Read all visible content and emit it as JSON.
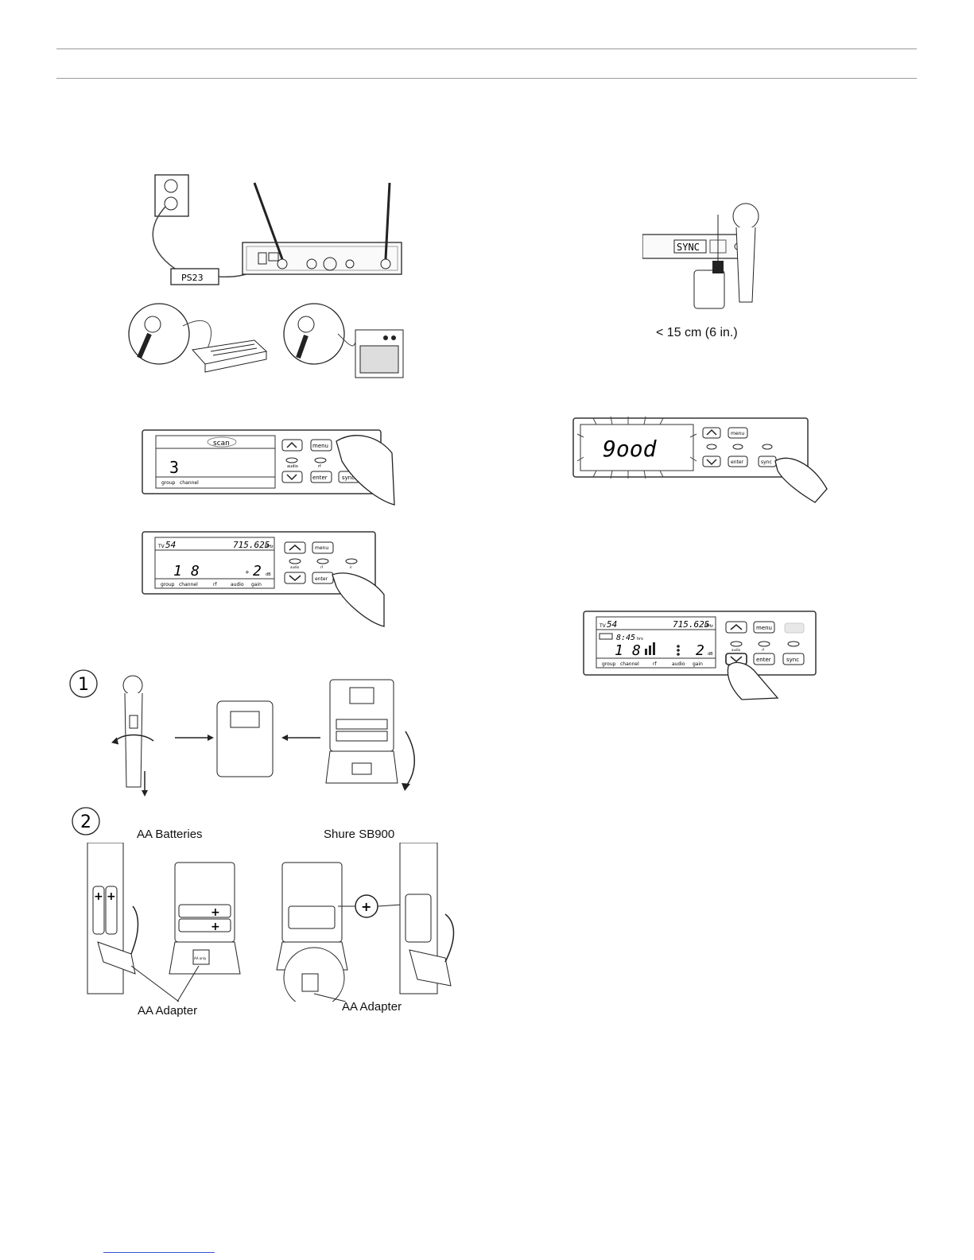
{
  "setup": {
    "power_supply": "PS23"
  },
  "sync": {
    "distance": "< 15 cm (6 in.)",
    "lcd_text": "SYNC"
  },
  "scan_panel": {
    "status": "scan",
    "digits": "3",
    "labels": {
      "group": "group",
      "channel": "channel",
      "audio": "audio",
      "rf": "rf"
    },
    "buttons": {
      "menu": "menu",
      "enter": "enter",
      "sync": "sync"
    }
  },
  "good_panel": {
    "lcd": "9ood",
    "buttons": {
      "menu": "menu",
      "enter": "enter",
      "sync": "sync"
    }
  },
  "tv_panel": {
    "tv": "TV",
    "tv_channel": "54",
    "freq": "715.625",
    "freq_unit": "MHz",
    "group": "1",
    "channel": "8",
    "gain": "2",
    "gain_unit": "dB",
    "plus": "+",
    "labels": {
      "group": "group",
      "channel": "channel",
      "rf": "rf",
      "audio": "audio",
      "gain": "gain",
      "ir": "ir"
    },
    "buttons": {
      "menu": "menu",
      "enter": "enter"
    }
  },
  "tv_panel2": {
    "tv": "TV",
    "tv_channel": "54",
    "freq": "715.625",
    "freq_unit": "MHz",
    "runtime": "8:45",
    "runtime_unit": "hrs",
    "group": "1",
    "channel": "8",
    "gain": "2",
    "gain_unit": "dB",
    "labels": {
      "group": "group",
      "channel": "channel",
      "rf": "rf",
      "audio": "audio",
      "gain": "gain"
    },
    "buttons": {
      "menu": "menu",
      "enter": "enter",
      "sync": "sync"
    }
  },
  "battery": {
    "step1": "1",
    "step2": "2",
    "aa_title": "AA Batteries",
    "sb_title": "Shure SB900",
    "adapter_left": "AA Adapter",
    "adapter_right": "AA Adapter",
    "aa_only": "AA only"
  }
}
